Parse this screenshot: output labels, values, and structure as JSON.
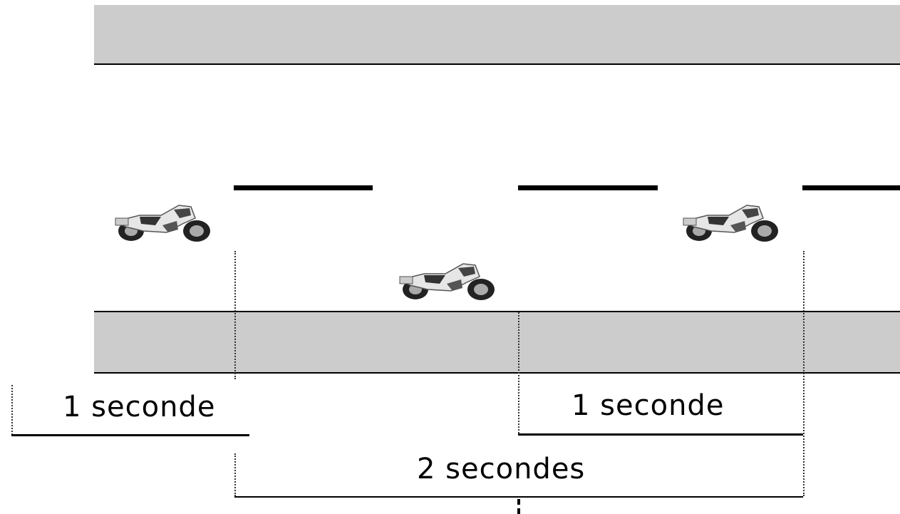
{
  "labels": {
    "left_one_second": "1 seconde",
    "right_one_second": "1 seconde",
    "two_seconds": "2 secondes"
  },
  "colors": {
    "sidewalk": "#cccccc",
    "line": "#000000"
  },
  "icons": [
    "motorcycle-icon",
    "motorcycle-icon",
    "motorcycle-icon"
  ]
}
